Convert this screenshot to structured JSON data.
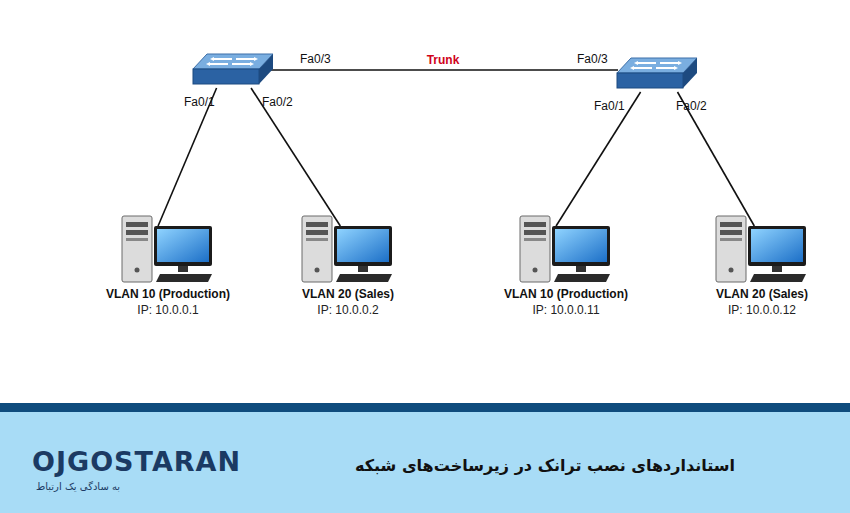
{
  "diagram": {
    "title": "استانداردهای نصب ترانک در زیرساخت‌های شبکه",
    "nodes": [
      {
        "text": []
      },
      {
        "text": []
      },
      {
        "text": [
          "VLAN 10 (Production)",
          "IP: 10.0.0.1"
        ]
      },
      {
        "text": [
          "VLAN 20 (Sales)",
          "IP: 10.0.0.2"
        ]
      },
      {
        "text": [
          "VLAN 10 (Production)",
          "IP: 10.0.0.11"
        ]
      },
      {
        "text": [
          "VLAN 20 (Sales)",
          "IP: 10.0.0.12"
        ]
      }
    ],
    "edges": [
      {
        "from": 0,
        "to": 1,
        "label": "Trunk",
        "arrow": "none"
      },
      {
        "from": 0,
        "to": 2,
        "arrow": "none"
      },
      {
        "from": 0,
        "to": 3,
        "arrow": "none"
      },
      {
        "from": 1,
        "to": 4,
        "arrow": "none"
      },
      {
        "from": 1,
        "to": 5,
        "arrow": "none"
      }
    ],
    "labels": [
      "Fa0/3",
      "Fa0/1",
      "Fa0/2",
      "Fa0/3",
      "Fa0/1",
      "Fa0/2",
      "OJGOSTARAN",
      "به سادگی یک ارتباط"
    ]
  }
}
